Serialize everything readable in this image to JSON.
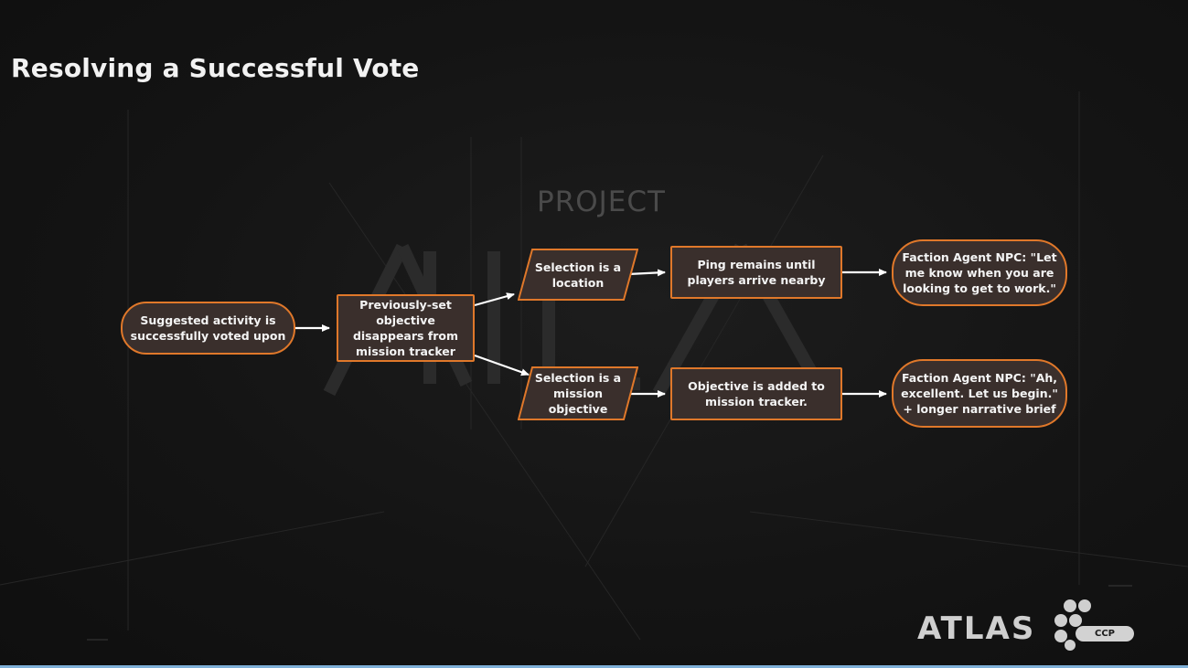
{
  "title": "Resolving a Successful Vote",
  "watermark": {
    "project": "PROJECT",
    "atlas": "ATLAS"
  },
  "nodes": {
    "suggested": "Suggested activity is successfully voted upon",
    "previously_set": "Previously-set objective disappears from mission tracker",
    "selection_location": "Selection is a location",
    "selection_objective": "Selection is a mission objective",
    "ping": "Ping remains until players arrive nearby",
    "objective_added": "Objective is added to mission tracker.",
    "npc_location": "Faction Agent NPC: \"Let me know when you are looking to get to work.\"",
    "npc_objective": "Faction Agent NPC: \"Ah, excellent. Let us begin.\" + longer narrative brief"
  },
  "logos": {
    "atlas": "ATLAS",
    "ccp": "CCP"
  },
  "colors": {
    "node_border": "#e0782a",
    "node_fill": "#3a2f2c",
    "arrow": "#ffffff",
    "background": "#151515"
  }
}
